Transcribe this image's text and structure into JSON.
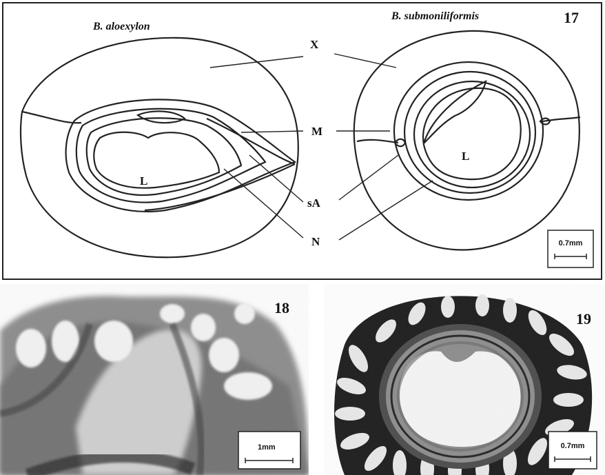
{
  "panel17": {
    "figure_number": "17",
    "species_left": "B. aloexylon",
    "species_right": "B. submoniliformis",
    "labels": {
      "X": "X",
      "M": "M",
      "sA": "sA",
      "N": "N",
      "L_left": "L",
      "L_right": "L"
    },
    "scale_bar": "0.7mm"
  },
  "panel18": {
    "figure_number": "18",
    "scale_bar": "1mm"
  },
  "panel19": {
    "figure_number": "19",
    "scale_bar": "0.7mm"
  }
}
